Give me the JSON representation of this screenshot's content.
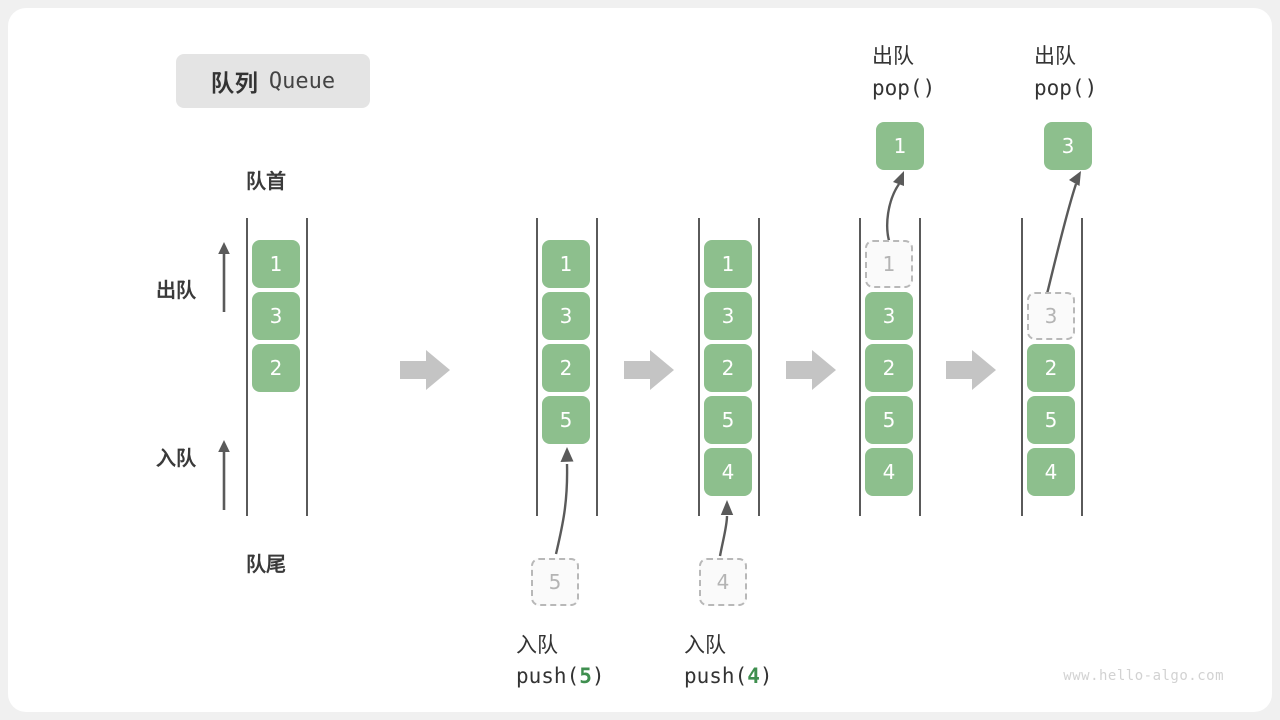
{
  "title": {
    "cn": "队列",
    "en": "Queue"
  },
  "labels": {
    "head": "队首",
    "tail": "队尾",
    "dequeue": "出队",
    "enqueue": "入队"
  },
  "colors": {
    "element": "#8dbf8d",
    "ghost_border": "#b8b8b8",
    "ghost_text": "#b4b4b4",
    "rail": "#5a5a5a",
    "arrow": "#5a5a5a",
    "transition_arrow": "#c4c4c4",
    "badge_bg": "#e4e4e4",
    "card_bg": "#ffffff",
    "page_bg": "#f0f0f0",
    "accent_text": "#3f8f4f"
  },
  "columns": [
    {
      "id": "initial",
      "cells": [
        {
          "value": "1",
          "state": "filled"
        },
        {
          "value": "3",
          "state": "filled"
        },
        {
          "value": "2",
          "state": "filled"
        }
      ],
      "caption_cn": "",
      "caption_code": "",
      "incoming": null,
      "popped": null
    },
    {
      "id": "push-5",
      "cells": [
        {
          "value": "1",
          "state": "filled"
        },
        {
          "value": "3",
          "state": "filled"
        },
        {
          "value": "2",
          "state": "filled"
        },
        {
          "value": "5",
          "state": "filled"
        }
      ],
      "caption_cn": "入队",
      "caption_code_prefix": "push(",
      "caption_code_arg": "5",
      "caption_code_suffix": ")",
      "incoming": {
        "value": "5",
        "state": "ghost"
      },
      "popped": null
    },
    {
      "id": "push-4",
      "cells": [
        {
          "value": "1",
          "state": "filled"
        },
        {
          "value": "3",
          "state": "filled"
        },
        {
          "value": "2",
          "state": "filled"
        },
        {
          "value": "5",
          "state": "filled"
        },
        {
          "value": "4",
          "state": "filled"
        }
      ],
      "caption_cn": "入队",
      "caption_code_prefix": "push(",
      "caption_code_arg": "4",
      "caption_code_suffix": ")",
      "incoming": {
        "value": "4",
        "state": "ghost"
      },
      "popped": null
    },
    {
      "id": "pop-1",
      "cells": [
        {
          "value": "1",
          "state": "ghost"
        },
        {
          "value": "3",
          "state": "filled"
        },
        {
          "value": "2",
          "state": "filled"
        },
        {
          "value": "5",
          "state": "filled"
        },
        {
          "value": "4",
          "state": "filled"
        }
      ],
      "header_cn": "出队",
      "header_code": "pop()",
      "popped": {
        "value": "1",
        "state": "filled"
      }
    },
    {
      "id": "pop-3",
      "cells": [
        {
          "value": "",
          "state": "empty"
        },
        {
          "value": "3",
          "state": "ghost"
        },
        {
          "value": "2",
          "state": "filled"
        },
        {
          "value": "5",
          "state": "filled"
        },
        {
          "value": "4",
          "state": "filled"
        }
      ],
      "header_cn": "出队",
      "header_code": "pop()",
      "popped": {
        "value": "3",
        "state": "filled"
      }
    }
  ],
  "watermark": "www.hello-algo.com"
}
